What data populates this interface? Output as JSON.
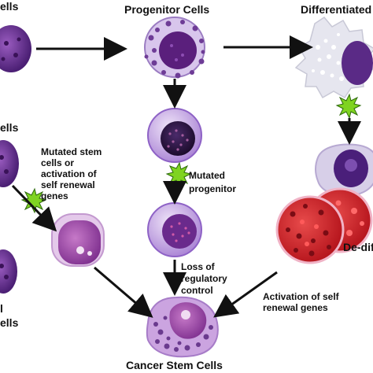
{
  "labels": {
    "stem_top": "ells",
    "progenitor": "Progenitor Cells",
    "differentiated": "Differentiated",
    "stem_mid": "ells",
    "mutated_stem": "Mutated stem cells or activation of self renewal genes",
    "mutated_progenitor_1": "Mutated",
    "mutated_progenitor_2": "progenitor",
    "loss_1": "Loss of",
    "loss_2": "regulatory",
    "loss_3": "control",
    "dedif": "De-dif",
    "activation": "Activation of self renewal genes",
    "stem_bottom_1": "l",
    "stem_bottom_2": "ells",
    "cancer_stem": "Cancer Stem Cells"
  },
  "colors": {
    "arrow": "#111111",
    "mutation_star": "#7fd321",
    "stem_cell": "#5b2a86",
    "progenitor_ring": "#8e62c6",
    "cancer_cell": "#a64fb3",
    "dedif_red": "#d6201f"
  }
}
